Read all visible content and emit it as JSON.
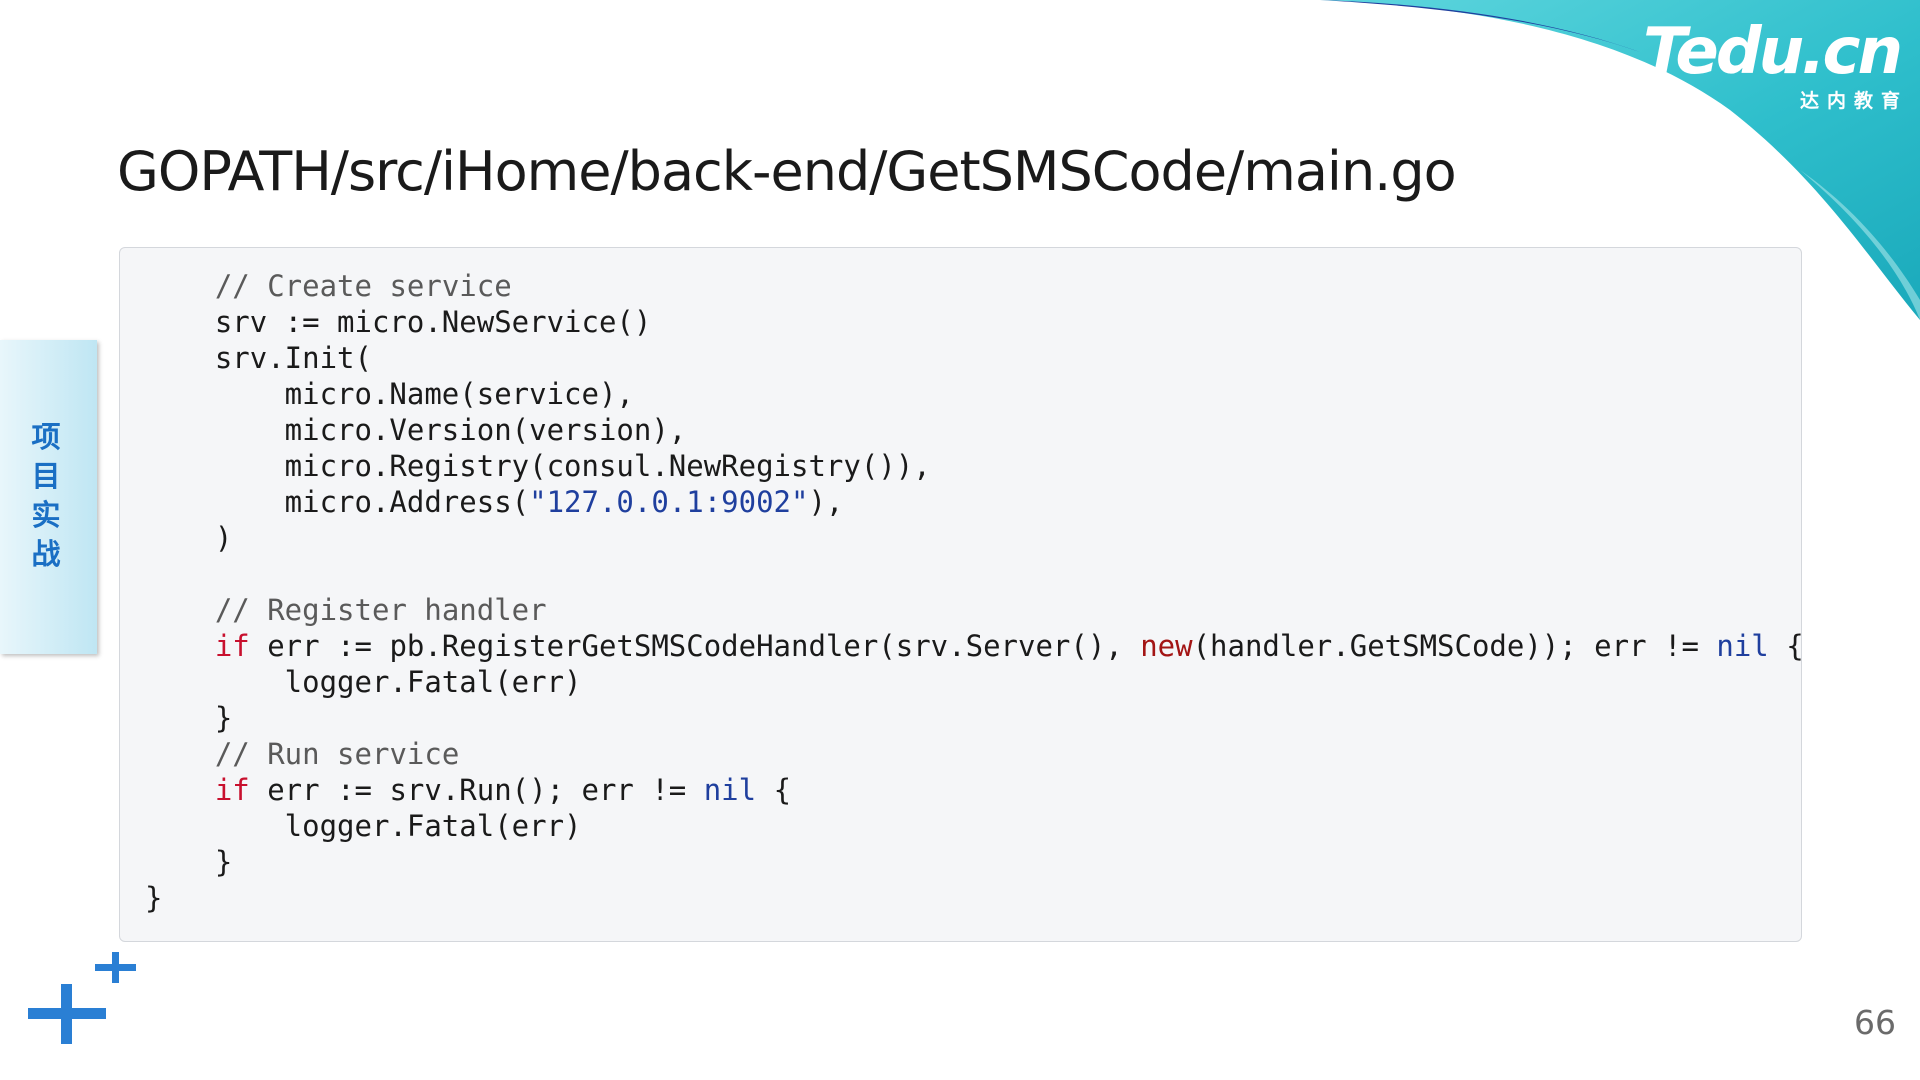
{
  "logo": {
    "name": "Tedu.cn",
    "subtitle": "达内教育"
  },
  "title": "GOPATH/src/iHome/back-end/GetSMSCode/main.go",
  "side_tab": {
    "label": "项目实战"
  },
  "code_lines": [
    [
      {
        "t": "    "
      },
      {
        "t": "// Create service",
        "c": "comment"
      }
    ],
    [
      {
        "t": "    srv := micro.NewService()"
      }
    ],
    [
      {
        "t": "    srv.Init("
      }
    ],
    [
      {
        "t": "        micro.Name(service),"
      }
    ],
    [
      {
        "t": "        micro.Version(version),"
      }
    ],
    [
      {
        "t": "        micro.Registry(consul.NewRegistry()),"
      }
    ],
    [
      {
        "t": "        micro.Address("
      },
      {
        "t": "\"127.0.0.1:9002\"",
        "c": "str"
      },
      {
        "t": "),"
      }
    ],
    [
      {
        "t": "    )"
      }
    ],
    [
      {
        "t": ""
      }
    ],
    [
      {
        "t": "    "
      },
      {
        "t": "// Register handler",
        "c": "comment"
      }
    ],
    [
      {
        "t": "    "
      },
      {
        "t": "if",
        "c": "kw"
      },
      {
        "t": " err := pb.RegisterGetSMSCodeHandler(srv.Server(), "
      },
      {
        "t": "new",
        "c": "new"
      },
      {
        "t": "(handler.GetSMSCode)); err != "
      },
      {
        "t": "nil",
        "c": "nil"
      },
      {
        "t": " {"
      }
    ],
    [
      {
        "t": "        logger.Fatal(err)"
      }
    ],
    [
      {
        "t": "    }"
      }
    ],
    [
      {
        "t": "    "
      },
      {
        "t": "// Run service",
        "c": "comment"
      }
    ],
    [
      {
        "t": "    "
      },
      {
        "t": "if",
        "c": "kw"
      },
      {
        "t": " err := srv.Run(); err != "
      },
      {
        "t": "nil",
        "c": "nil"
      },
      {
        "t": " {"
      }
    ],
    [
      {
        "t": "        logger.Fatal(err)"
      }
    ],
    [
      {
        "t": "    }"
      }
    ],
    [
      {
        "t": "}"
      }
    ]
  ],
  "page_number": "66",
  "colors": {
    "brand_teal": "#3cc3d0",
    "brand_navy": "#1f3f9e",
    "plus_blue": "#2a7fd4",
    "keyword_red": "#c8102e",
    "tab_text_blue": "#1a6fc4"
  },
  "icons": [
    "plus-icon",
    "small-plus-icon"
  ]
}
